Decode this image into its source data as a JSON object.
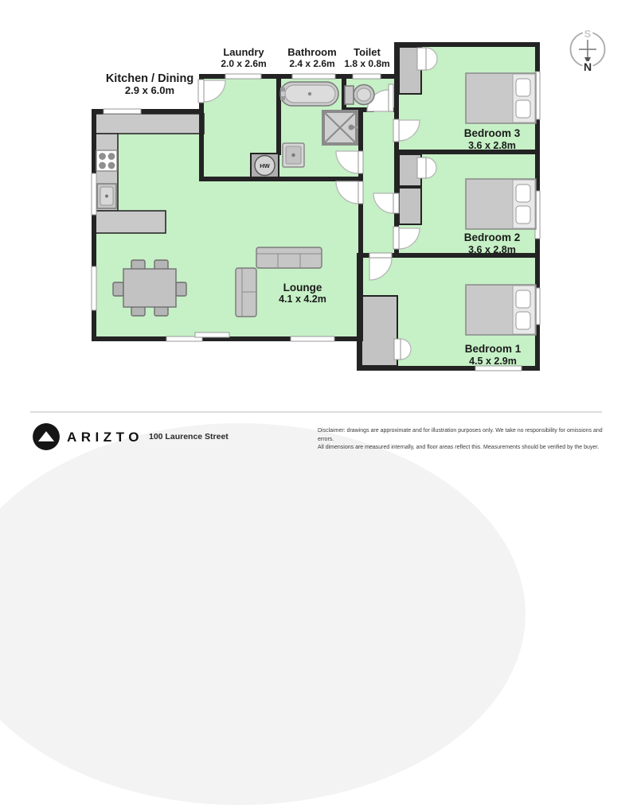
{
  "floorplan": {
    "rooms": {
      "kitchen": {
        "name": "Kitchen / Dining",
        "dims": "2.9 x 6.0m"
      },
      "laundry": {
        "name": "Laundry",
        "dims": "2.0 x 2.6m"
      },
      "bathroom": {
        "name": "Bathroom",
        "dims": "2.4 x 2.6m"
      },
      "toilet": {
        "name": "Toilet",
        "dims": "1.8 x 0.8m"
      },
      "bedroom3": {
        "name": "Bedroom 3",
        "dims": "3.6 x 2.8m"
      },
      "bedroom2": {
        "name": "Bedroom 2",
        "dims": "3.6 x 2.8m"
      },
      "bedroom1": {
        "name": "Bedroom 1",
        "dims": "4.5 x 2.9m"
      },
      "lounge": {
        "name": "Lounge",
        "dims": "4.1 x 4.2m"
      }
    },
    "fixtures": {
      "hot_water_label": "HW"
    },
    "compass": {
      "south": "S",
      "north": "N"
    }
  },
  "footer": {
    "brand": "ARIZTO",
    "address": "100 Laurence Street",
    "disclaimer_line1": "Disclaimer: drawings are approximate and for illustration purposes only. We take no responsibility for omissions and errors.",
    "disclaimer_line2": "All dimensions are measured internally, and floor areas reflect this. Measurements should be verified by the buyer."
  },
  "colors": {
    "floor": "#c6f0c6",
    "wall": "#232323",
    "gray": "#c3c3c3",
    "line": "#7a7a7a"
  }
}
